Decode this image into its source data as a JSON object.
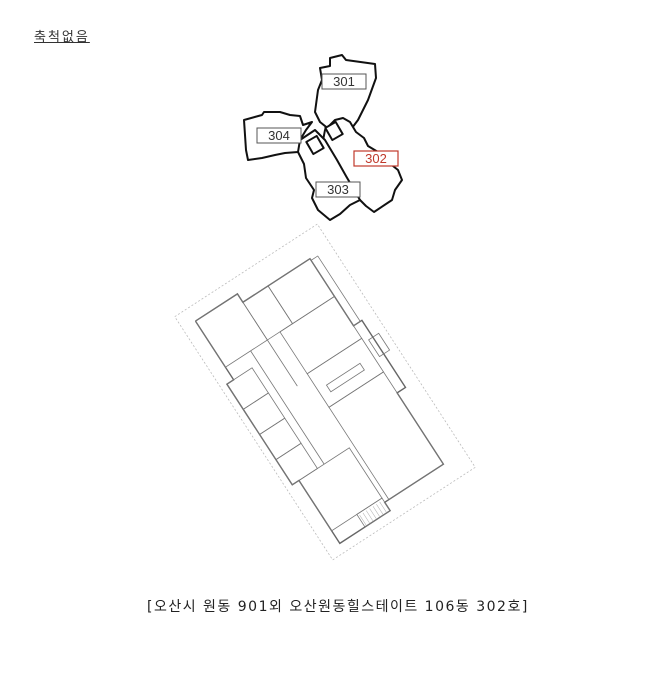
{
  "scale_note": "축척없음",
  "key_plan": {
    "units": [
      {
        "label": "301",
        "highlighted": false
      },
      {
        "label": "302",
        "highlighted": true
      },
      {
        "label": "303",
        "highlighted": false
      },
      {
        "label": "304",
        "highlighted": false
      }
    ],
    "highlight_color": "#c0392b",
    "default_color": "#333333"
  },
  "caption": "[오산시 원동 901외 오산원동힐스테이트 106동 302호]"
}
